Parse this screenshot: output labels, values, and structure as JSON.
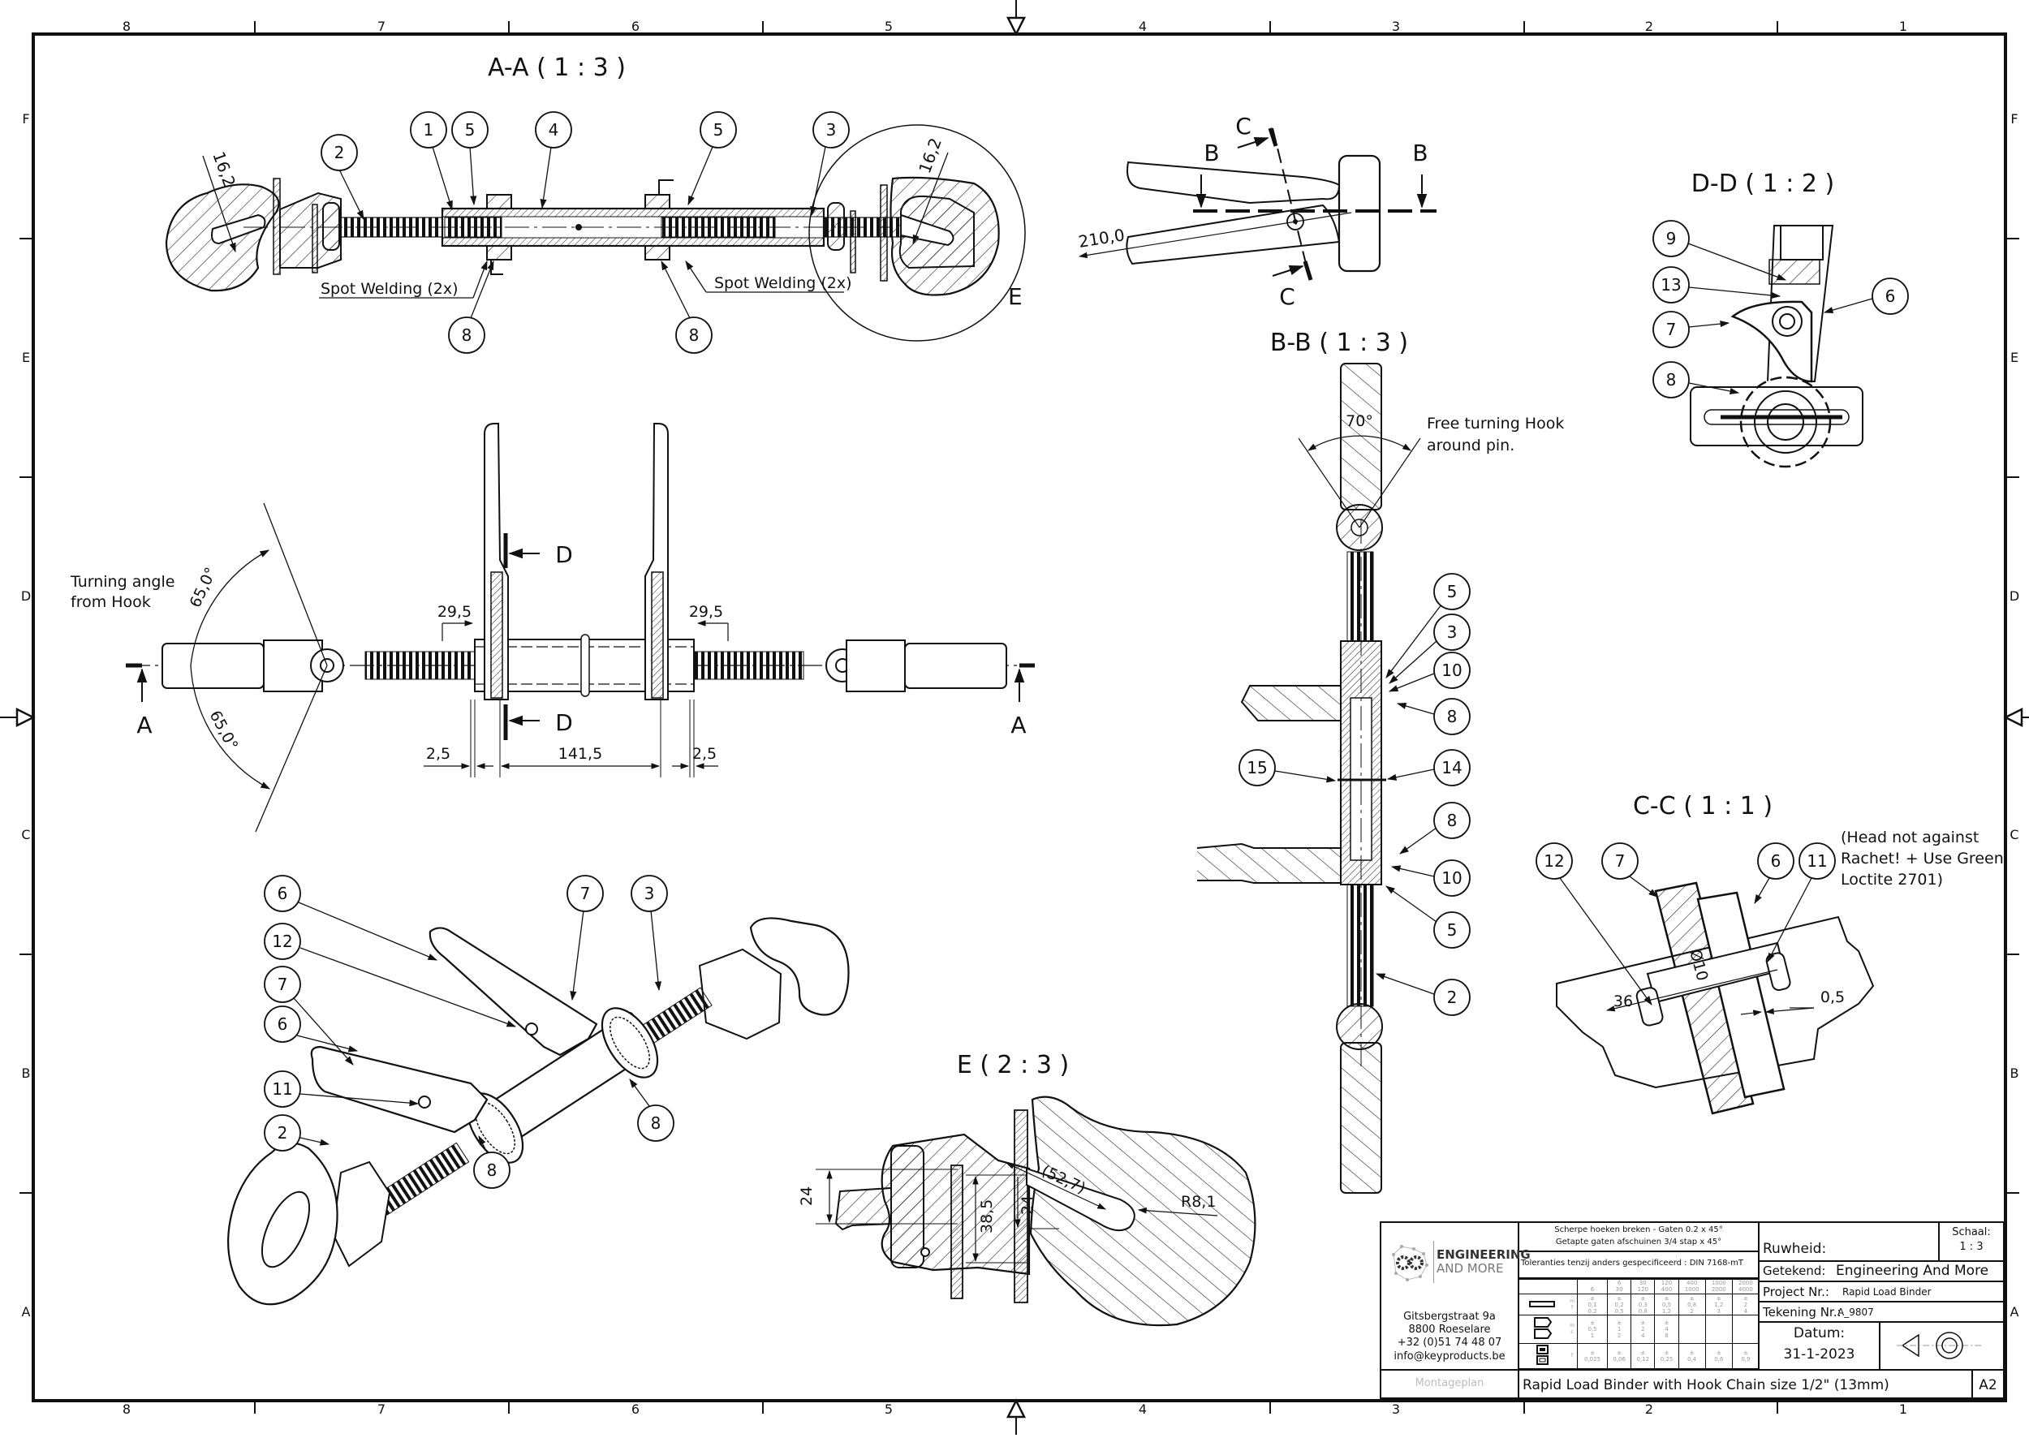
{
  "frame": {
    "columns": [
      "8",
      "7",
      "6",
      "5",
      "4",
      "3",
      "2",
      "1"
    ],
    "rows": [
      "F",
      "E",
      "D",
      "C",
      "B",
      "A"
    ]
  },
  "views": {
    "section_aa": {
      "title": "A-A ( 1 : 3 )",
      "balloons": [
        "2",
        "1",
        "5",
        "4",
        "5",
        "3",
        "8",
        "8"
      ],
      "dims": {
        "left_slot": "16,2",
        "right_slot": "16,2"
      },
      "notes": {
        "spot_left": "Spot Welding (2x)",
        "spot_right": "Spot Welding (2x)"
      },
      "detail_marker": "E"
    },
    "top_view": {
      "cut_b": "B",
      "cut_c": "C",
      "dim_length": "210,0"
    },
    "section_dd": {
      "title": "D-D ( 1 : 2 )",
      "balloons": [
        "9",
        "13",
        "7",
        "8",
        "6"
      ]
    },
    "front_view": {
      "note_line1": "Turning angle",
      "note_line2": "from Hook",
      "angle_top": "65,0°",
      "angle_bottom": "65,0°",
      "cut_a": "A",
      "cut_d": "D",
      "dims": {
        "left_offset": "29,5",
        "right_offset": "29,5",
        "left_gap": "2,5",
        "center": "141,5",
        "right_gap": "2,5"
      }
    },
    "section_bb": {
      "title": "B-B ( 1 : 3 )",
      "angle": "70°",
      "note_line1": "Free turning Hook",
      "note_line2": "around pin.",
      "balloons_right": [
        "5",
        "3",
        "10",
        "8",
        "14",
        "8",
        "10",
        "5",
        "2"
      ],
      "balloons_left": [
        "15"
      ]
    },
    "section_cc": {
      "title": "C-C ( 1 : 1 )",
      "balloons": [
        "12",
        "7",
        "6",
        "11"
      ],
      "note_line1": "(Head not against",
      "note_line2": "Rachet! + Use Green",
      "note_line3": "Loctite 2701)",
      "dims": {
        "length": "36",
        "diameter": "Ø10",
        "gap": "0,5"
      }
    },
    "isometric": {
      "balloons": [
        "6",
        "12",
        "7",
        "6",
        "11",
        "2",
        "7",
        "3",
        "8",
        "8"
      ]
    },
    "detail_e": {
      "title": "E ( 2 : 3 )",
      "dims": {
        "height_left": "24",
        "height_mid": "38,5",
        "height_right": "24",
        "slot_length": "(52,7)",
        "radius": "R8,1"
      }
    }
  },
  "title_block": {
    "company_line1": "ENGINEERING",
    "company_line2": "AND MORE",
    "address": [
      "Gitsbergstraat 9a",
      "8800 Roeselare",
      "+32 (0)51 74 48 07",
      "info@keyproducts.be"
    ],
    "doc_type": "Montageplan",
    "general_notes": [
      "Scherpe hoeken breken - Gaten 0.2 x 45°",
      "Getapte gaten afschuinen  3/4 stap x 45°"
    ],
    "tolerance_note": "Toleranties tenzij anders gespecificeerd :  DIN 7168-mT",
    "tolerance_table": {
      "ranges": [
        [
          "",
          "6"
        ],
        [
          "6",
          "30"
        ],
        [
          "30",
          "120"
        ],
        [
          "120",
          "400"
        ],
        [
          "400",
          "1000"
        ],
        [
          "1000",
          "2000"
        ],
        [
          "2000",
          "4000"
        ]
      ],
      "rows": [
        {
          "symbol": "linear",
          "grades": [
            "m",
            "f"
          ],
          "values": [
            [
              "0,1",
              "0,2"
            ],
            [
              "0,2",
              "0,5"
            ],
            [
              "0,3",
              "0,8"
            ],
            [
              "0,5",
              "1,2"
            ],
            [
              "0,8",
              "2"
            ],
            [
              "1,2",
              "3"
            ],
            [
              "2",
              "4"
            ]
          ]
        },
        {
          "symbol": "chamfer",
          "grades": [
            "m",
            "c"
          ],
          "values": [
            [
              "0,5",
              "1"
            ],
            [
              "1",
              "2"
            ],
            [
              "2",
              "4"
            ],
            [
              "4",
              "8"
            ],
            null,
            null,
            null
          ]
        },
        {
          "symbol": "form",
          "grades": [
            "f"
          ],
          "values": [
            [
              "0,025"
            ],
            [
              "0,06"
            ],
            [
              "0,12"
            ],
            [
              "0,25"
            ],
            [
              "0,4"
            ],
            [
              "0,6"
            ],
            [
              "0,9"
            ]
          ]
        }
      ]
    },
    "roughness_label": "Ruwheid:",
    "scale_label": "Schaal:",
    "scale_value": "1 : 3",
    "drawn_label": "Getekend:",
    "drawn_value": "Engineering And More",
    "project_label": "Project Nr.:",
    "project_value": "Rapid Load Binder",
    "drawing_label": "Tekening Nr.:",
    "drawing_value": "A_9807",
    "date_label": "Datum:",
    "date_value": "31-1-2023",
    "title": "Rapid Load Binder with Hook Chain size 1/2\" (13mm)",
    "sheet_size": "A2"
  }
}
